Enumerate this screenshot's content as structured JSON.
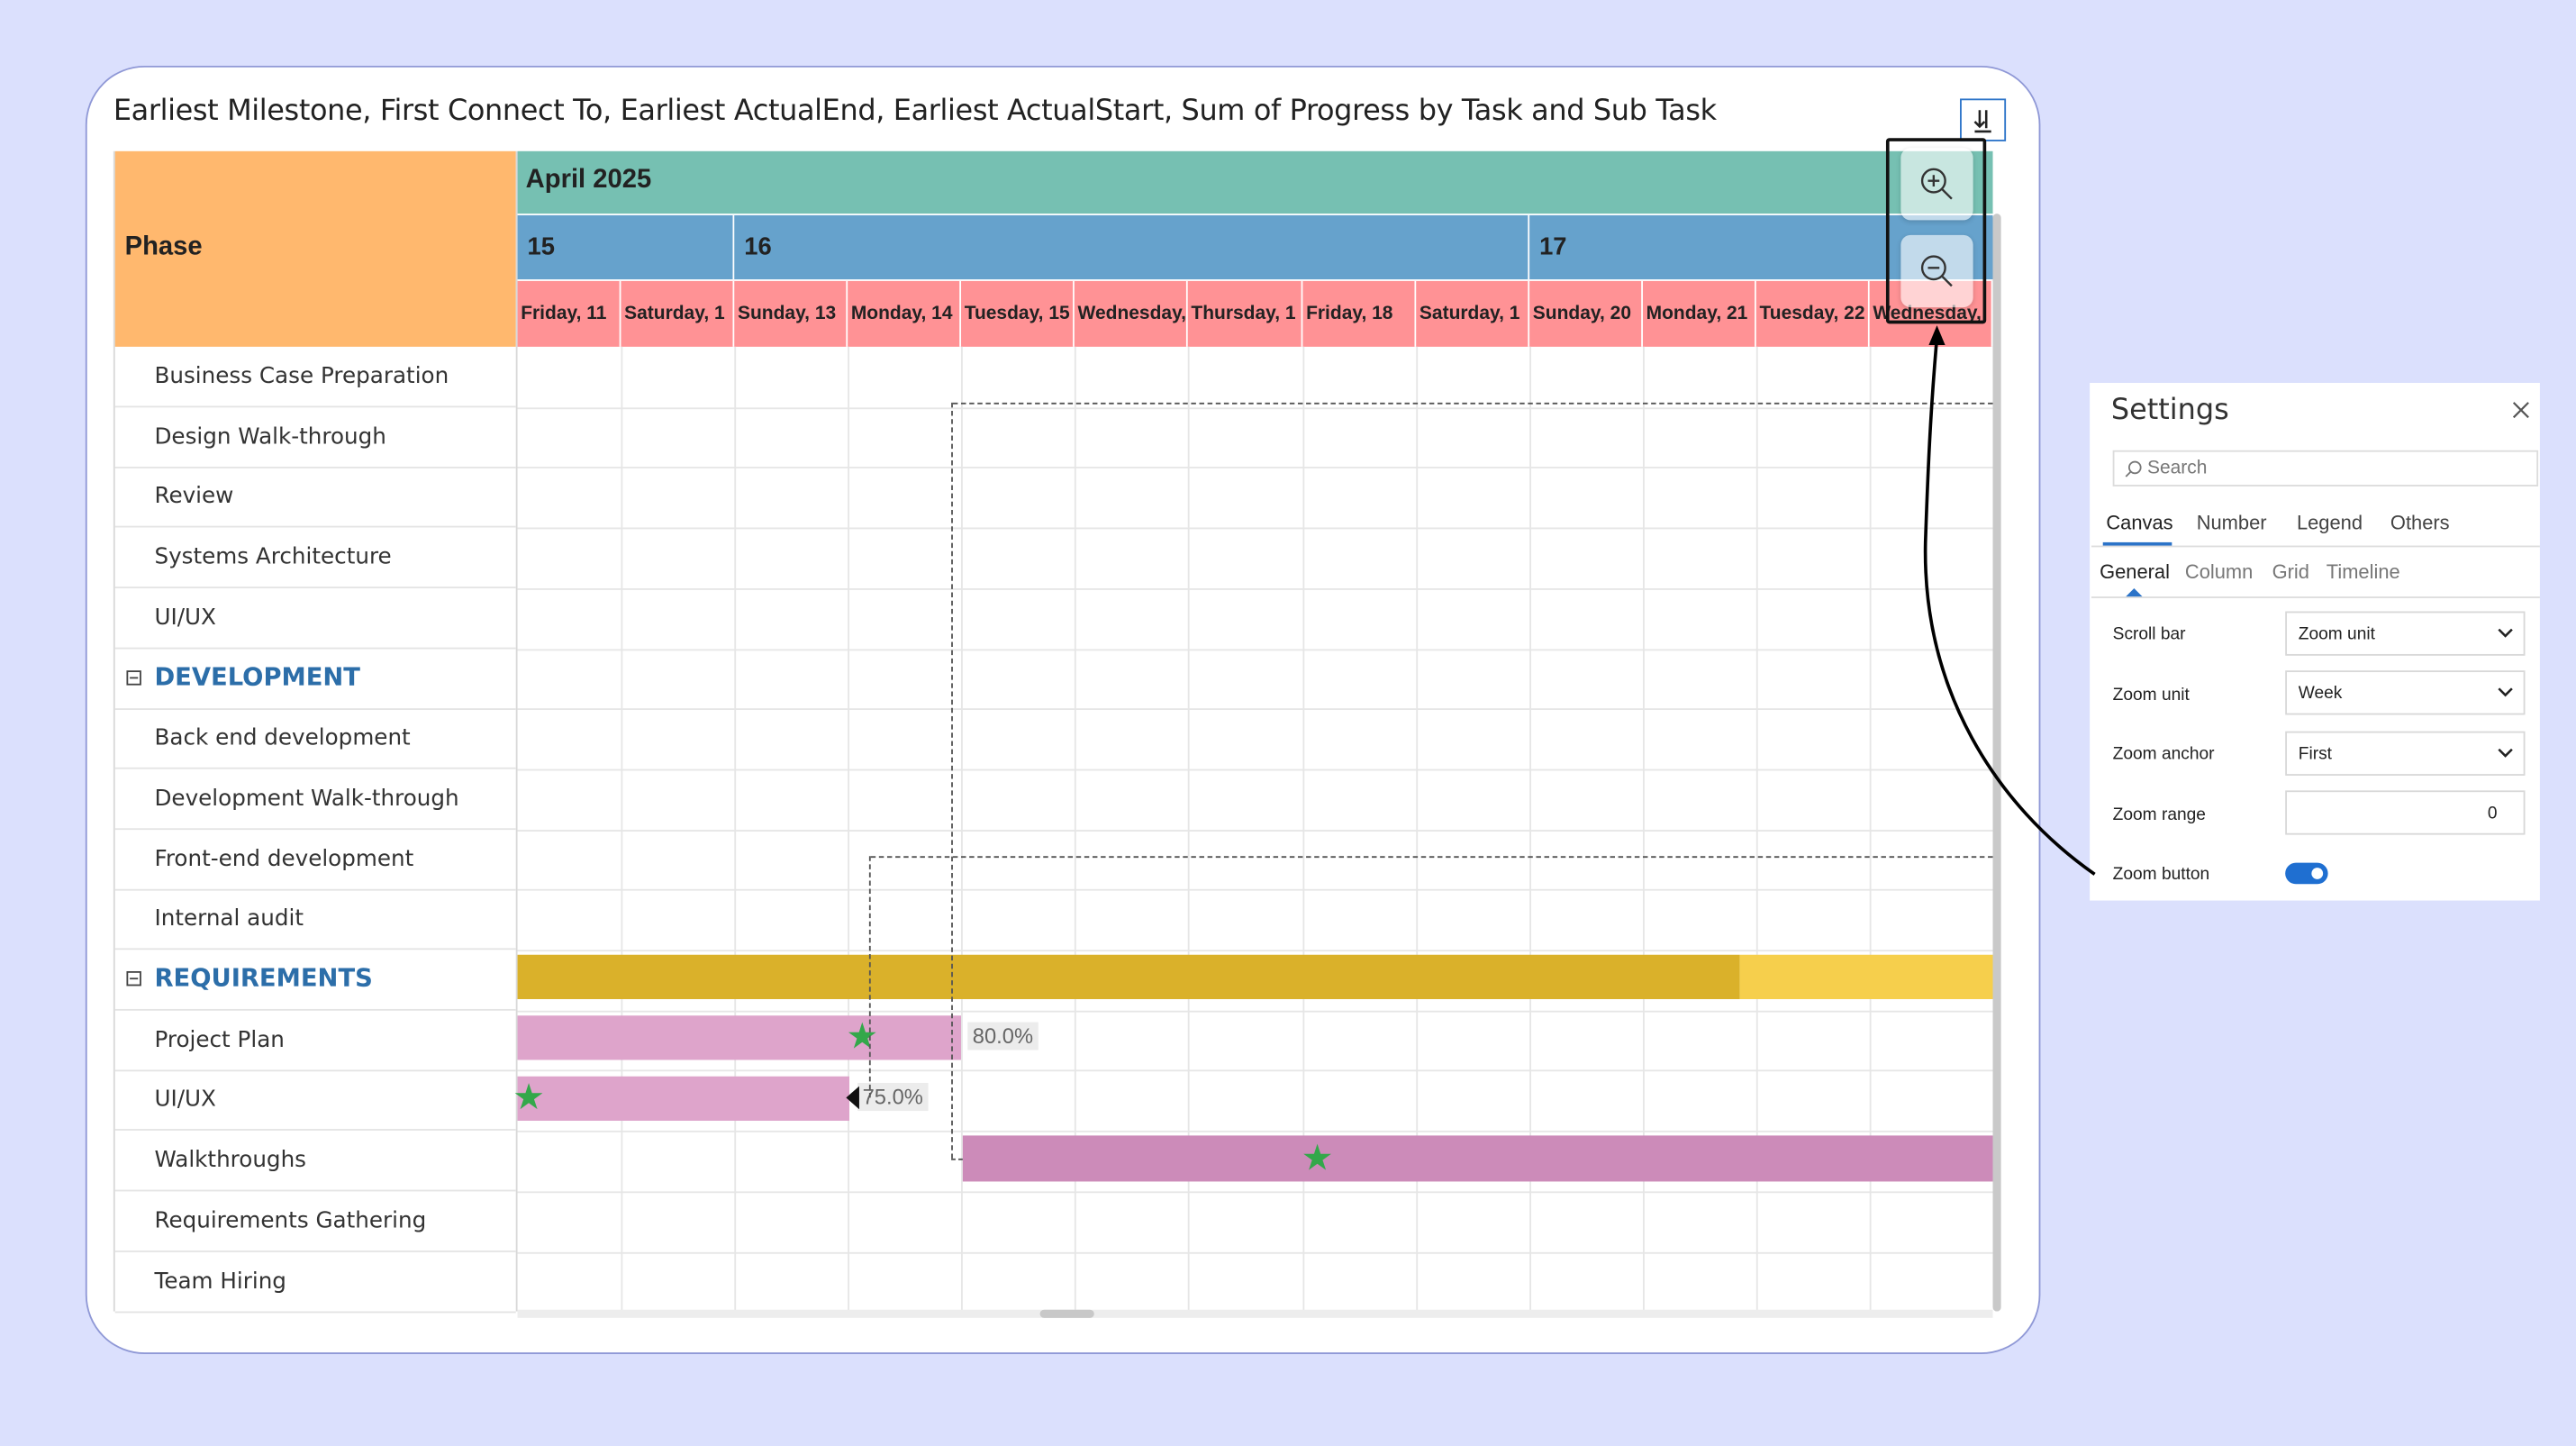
{
  "chart": {
    "title": "Earliest Milestone, First Connect To, Earliest ActualEnd, Earliest ActualStart, Sum of Progress by Task and Sub Task",
    "phase_header": "Phase",
    "month": "April 2025",
    "weeks": [
      "15",
      "16",
      "17"
    ],
    "days": [
      "Friday, 11",
      "Saturday, 1",
      "Sunday, 13",
      "Monday, 14",
      "Tuesday, 15",
      "Wednesday,",
      "Thursday, 1",
      "Friday, 18",
      "Saturday, 1",
      "Sunday, 20",
      "Monday, 21",
      "Tuesday, 22",
      "Wednesday,"
    ],
    "rows": [
      {
        "label": "Business Case Preparation",
        "group": false
      },
      {
        "label": "Design Walk-through",
        "group": false
      },
      {
        "label": "Review",
        "group": false
      },
      {
        "label": "Systems Architecture",
        "group": false
      },
      {
        "label": "UI/UX",
        "group": false
      },
      {
        "label": "DEVELOPMENT",
        "group": true
      },
      {
        "label": "Back end development",
        "group": false
      },
      {
        "label": "Development Walk-through",
        "group": false
      },
      {
        "label": "Front-end development",
        "group": false
      },
      {
        "label": "Internal audit",
        "group": false
      },
      {
        "label": "REQUIREMENTS",
        "group": true
      },
      {
        "label": "Project Plan",
        "group": false
      },
      {
        "label": "UI/UX",
        "group": false
      },
      {
        "label": "Walkthroughs",
        "group": false
      },
      {
        "label": "Requirements Gathering",
        "group": false
      },
      {
        "label": "Team Hiring",
        "group": false
      }
    ],
    "bar_labels": {
      "project_plan": "80.0%",
      "uiux": "75.0%"
    },
    "colors": {
      "phase": "#ffb86e",
      "month": "#76c0b2",
      "week": "#66a2cc",
      "day": "#ff9295",
      "summary_bar": "#dab12a",
      "summary_bar_remaining": "#f6cf4c",
      "task_bar": "#dea4cb",
      "task_bar_dark": "#cc8bb9",
      "milestone": "#33a84a"
    }
  },
  "toolbar": {
    "export_icon": "download-icon",
    "zoom_in_icon": "zoom-in-icon",
    "zoom_out_icon": "zoom-out-icon"
  },
  "settings": {
    "title": "Settings",
    "search_placeholder": "Search",
    "tabs": [
      "Canvas",
      "Number",
      "Legend",
      "Others"
    ],
    "subtabs": [
      "General",
      "Column",
      "Grid",
      "Timeline"
    ],
    "fields": {
      "scroll_bar": {
        "label": "Scroll bar",
        "value": "Zoom unit"
      },
      "zoom_unit": {
        "label": "Zoom unit",
        "value": "Week"
      },
      "zoom_anchor": {
        "label": "Zoom anchor",
        "value": "First"
      },
      "zoom_range": {
        "label": "Zoom range",
        "value": "0"
      },
      "zoom_button": {
        "label": "Zoom button",
        "value": "on"
      }
    }
  }
}
